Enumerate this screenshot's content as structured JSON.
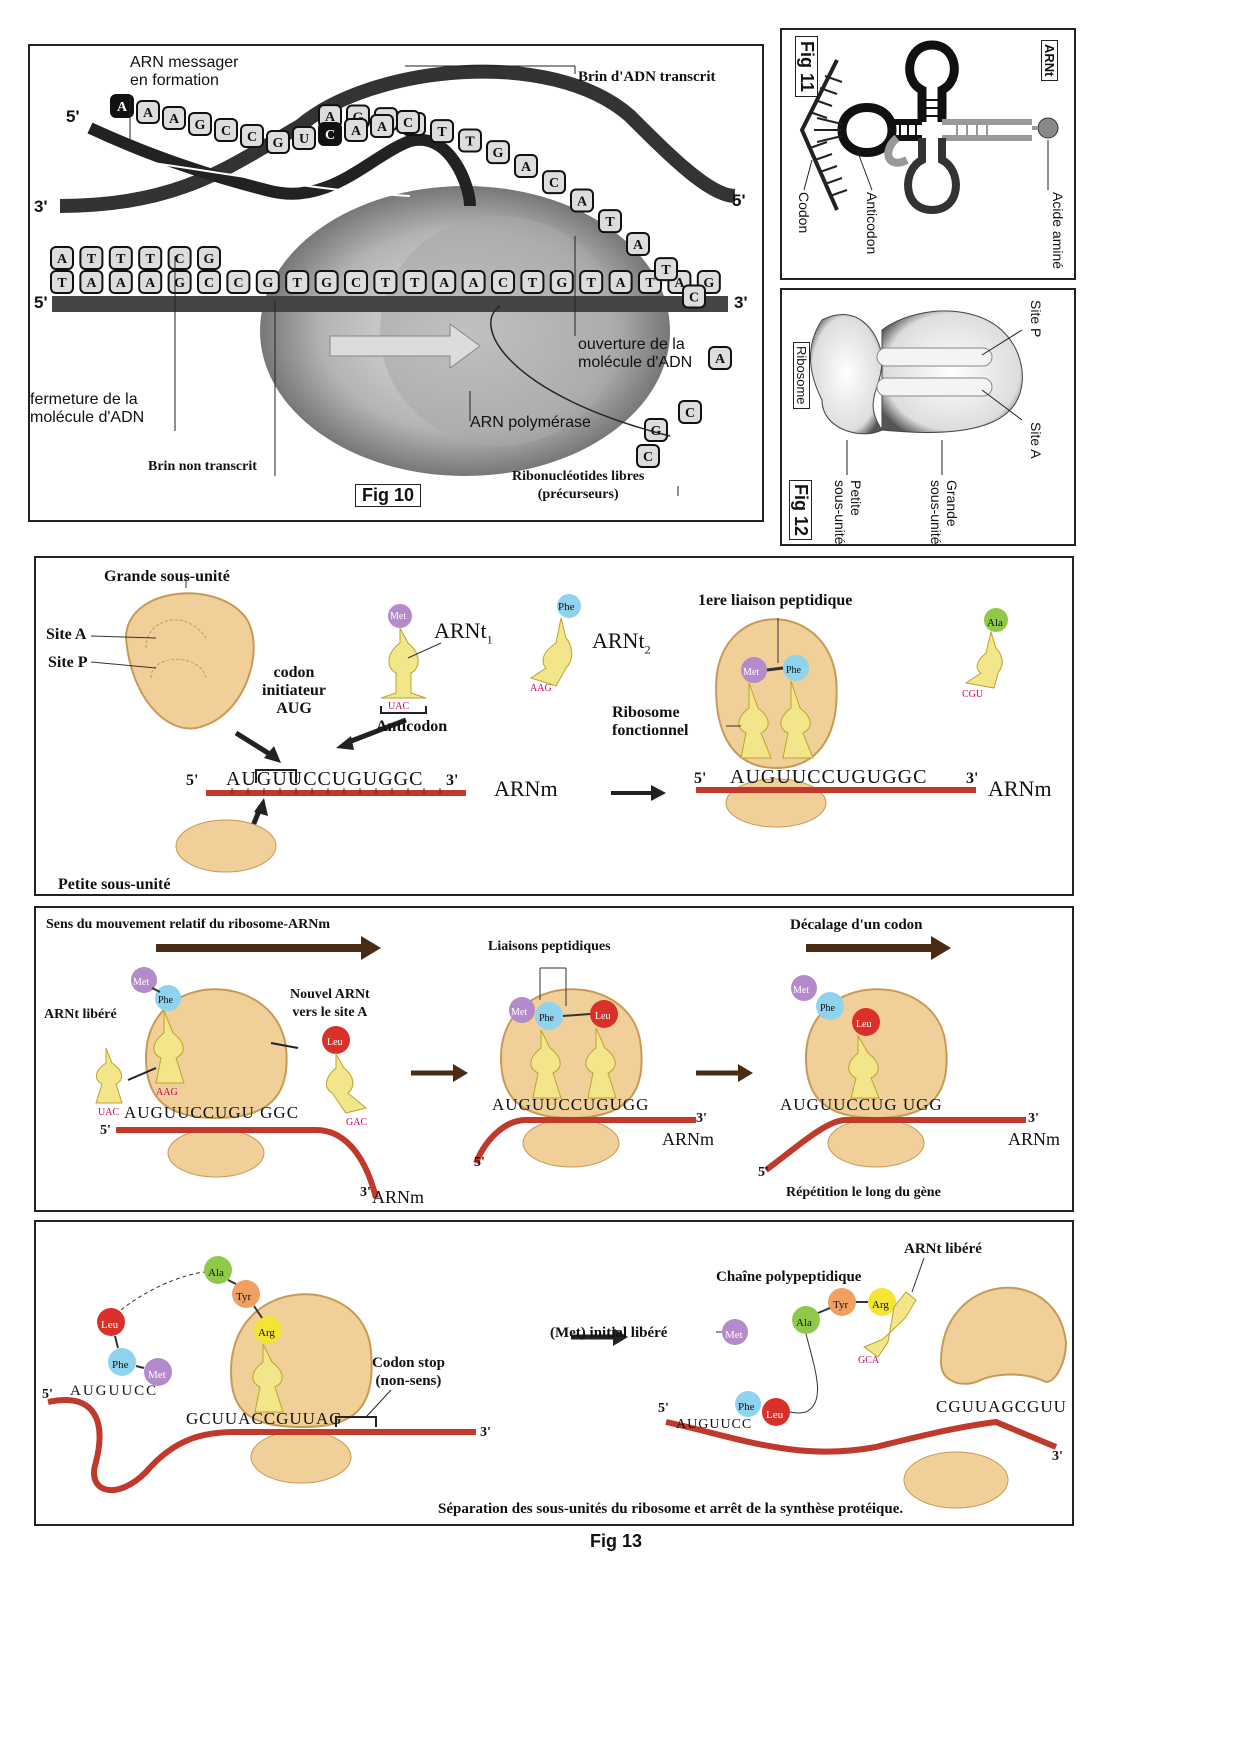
{
  "fig10": {
    "title": "Fig 10",
    "labels": {
      "arn_messager": "ARN messager\nen formation",
      "brin_transcrit": "Brin d'ADN transcrit",
      "five_prime_a": "5'",
      "three_prime_left": "3'",
      "five_prime_right": "5'",
      "five_prime_bottom": "5'",
      "three_prime_bottom": "3'",
      "ouverture": "ouverture de la\nmolécule d'ADN",
      "fermeture": "fermeture de la\nmolécule d'ADN",
      "arn_polymerase": "ARN polymérase",
      "brin_non_transcrit": "Brin non transcrit",
      "ribonucleotides": "Ribonucléotides libres\n(précurseurs)"
    },
    "top_row_bases": [
      "A",
      "T",
      "T",
      "T",
      "C",
      "G"
    ],
    "bottom_row_bases": [
      "T",
      "A",
      "A",
      "A",
      "G",
      "C",
      "C",
      "G",
      "T",
      "G",
      "C",
      "T",
      "T",
      "A",
      "A",
      "C",
      "T",
      "G",
      "T",
      "A",
      "T",
      "A",
      "G"
    ],
    "upper_strand_bases": [
      "A",
      "G",
      "A",
      "A",
      "T",
      "T",
      "G",
      "A",
      "C",
      "A",
      "T",
      "A",
      "T",
      "C"
    ],
    "mrna_bases": [
      "A",
      "A",
      "A",
      "G",
      "C",
      "C",
      "G",
      "U",
      "C",
      "A",
      "A",
      "C"
    ],
    "free_nucleotides": [
      "A",
      "C",
      "G",
      "C"
    ]
  },
  "fig11": {
    "title": "Fig 11",
    "tag": "ARNt",
    "codon": "Codon",
    "anticodon": "Anticodon",
    "acide_amine": "Acide aminé"
  },
  "fig12": {
    "title": "Fig 12",
    "tag": "Ribosome",
    "site_p": "Site P",
    "site_a": "Site A",
    "petite": "Petite\nsous-unité",
    "grande": "Grande\nsous-unité"
  },
  "panel1": {
    "grande_sous_unite": "Grande sous-unité",
    "site_a": "Site A",
    "site_p": "Site P",
    "codon_initiateur": "codon\ninitiateur\nAUG",
    "met": "Met",
    "phe": "Phe",
    "ala": "Ala",
    "arnt1": "ARNt",
    "arnt1_sub": "1",
    "arnt2": "ARNt",
    "arnt2_sub": "2",
    "anticodon": "Anticodon",
    "anticodon1": "UAC",
    "anticodon2": "AAG",
    "anticodon3": "CGU",
    "liaison": "1ere liaison peptidique",
    "ribosome_fonctionnel": "Ribosome\nfonctionnel",
    "mrna_seq": "AUGUUCCUGUGGC",
    "arnm": "ARNm",
    "five": "5'",
    "three": "3'",
    "petite_sous_unite": "Petite sous-unité"
  },
  "panel2": {
    "sens": "Sens du mouvement relatif du ribosome-ARNm",
    "decalage": "Décalage d'un codon",
    "liaisons": "Liaisons peptidiques",
    "arnt_libere": "ARNt libéré",
    "nouvel_arnt": "Nouvel ARNt\nvers le site A",
    "met": "Met",
    "phe": "Phe",
    "leu": "Leu",
    "uac": "UAC",
    "aag": "AAG",
    "gac": "GAC",
    "seq1": "AUGUUCCUGU GGC",
    "seq2": "AUGUUCCUGUGG",
    "seq3": "AUGUUCCUG UGG",
    "arnm": "ARNm",
    "five": "5'",
    "three": "3'",
    "repetition": "Répétition le long du gène"
  },
  "panel3": {
    "ala": "Ala",
    "tyr": "Tyr",
    "arg": "Arg",
    "leu": "Leu",
    "phe": "Phe",
    "met": "Met",
    "codon_stop": "Codon stop\n(non-sens)",
    "met_libere": "(Met) initial libéré",
    "chaine": "Chaîne polypeptidique",
    "arnt_libere": "ARNt libéré",
    "seq_left": "GCUUACCGUUAG",
    "seq_left_start": "AUGUUCC",
    "seq_right": "CGUUAGCGUU",
    "seq_right_start": "AUGUUCC",
    "gca": "GCA",
    "five": "5'",
    "three": "3'",
    "separation": "Séparation des sous-unités du ribosome et arrêt de la synthèse protéique."
  },
  "fig13": "Fig 13",
  "colors": {
    "met": "#b58acb",
    "phe": "#8fd3ee",
    "ala": "#8fc94a",
    "leu": "#d9302a",
    "tyr": "#f0a060",
    "arg": "#f4e436",
    "trna": "#f3e58a",
    "ribosome": "#f0cf99",
    "mrna": "#c0392b"
  }
}
